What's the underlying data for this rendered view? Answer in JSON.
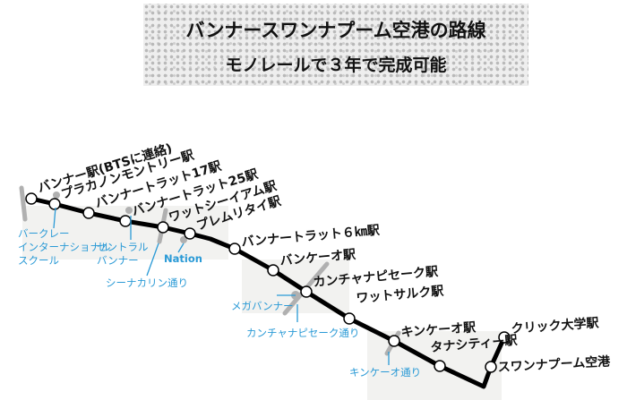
{
  "header": {
    "title": "バンナースワンナプーム空港の路線",
    "subtitle": "モノレールで３年で完成可能"
  },
  "stations": [
    "バンナー駅(BTSに連絡)",
    "プラカノンモントリー駅",
    "バンナートラット17駅",
    "バンナートラット25駅",
    "ワットシーイアム駅",
    "プレムリタイ駅",
    "バンナートラット６㎞駅",
    "バンケーオ駅",
    "カンチャナピセーク駅",
    "ワットサルク駅",
    "キンケーオ駅",
    "タナシティー駅",
    "スワンナプーム空港",
    "クリック大学駅"
  ],
  "landmarks": {
    "berkeley": [
      "バークレー",
      "インターナショナル",
      "スクール"
    ],
    "central": [
      "セントラル",
      "バンナー"
    ],
    "nation": "Nation",
    "srinakarin": "シーナカリン通り",
    "mega": "メガバンナー",
    "kanchana_road": "カンチャナピセーク通り",
    "kingkaew_road": "キンケーオ通り"
  },
  "colors": {
    "line": "#000000",
    "landmark": "#2a9ad6"
  }
}
